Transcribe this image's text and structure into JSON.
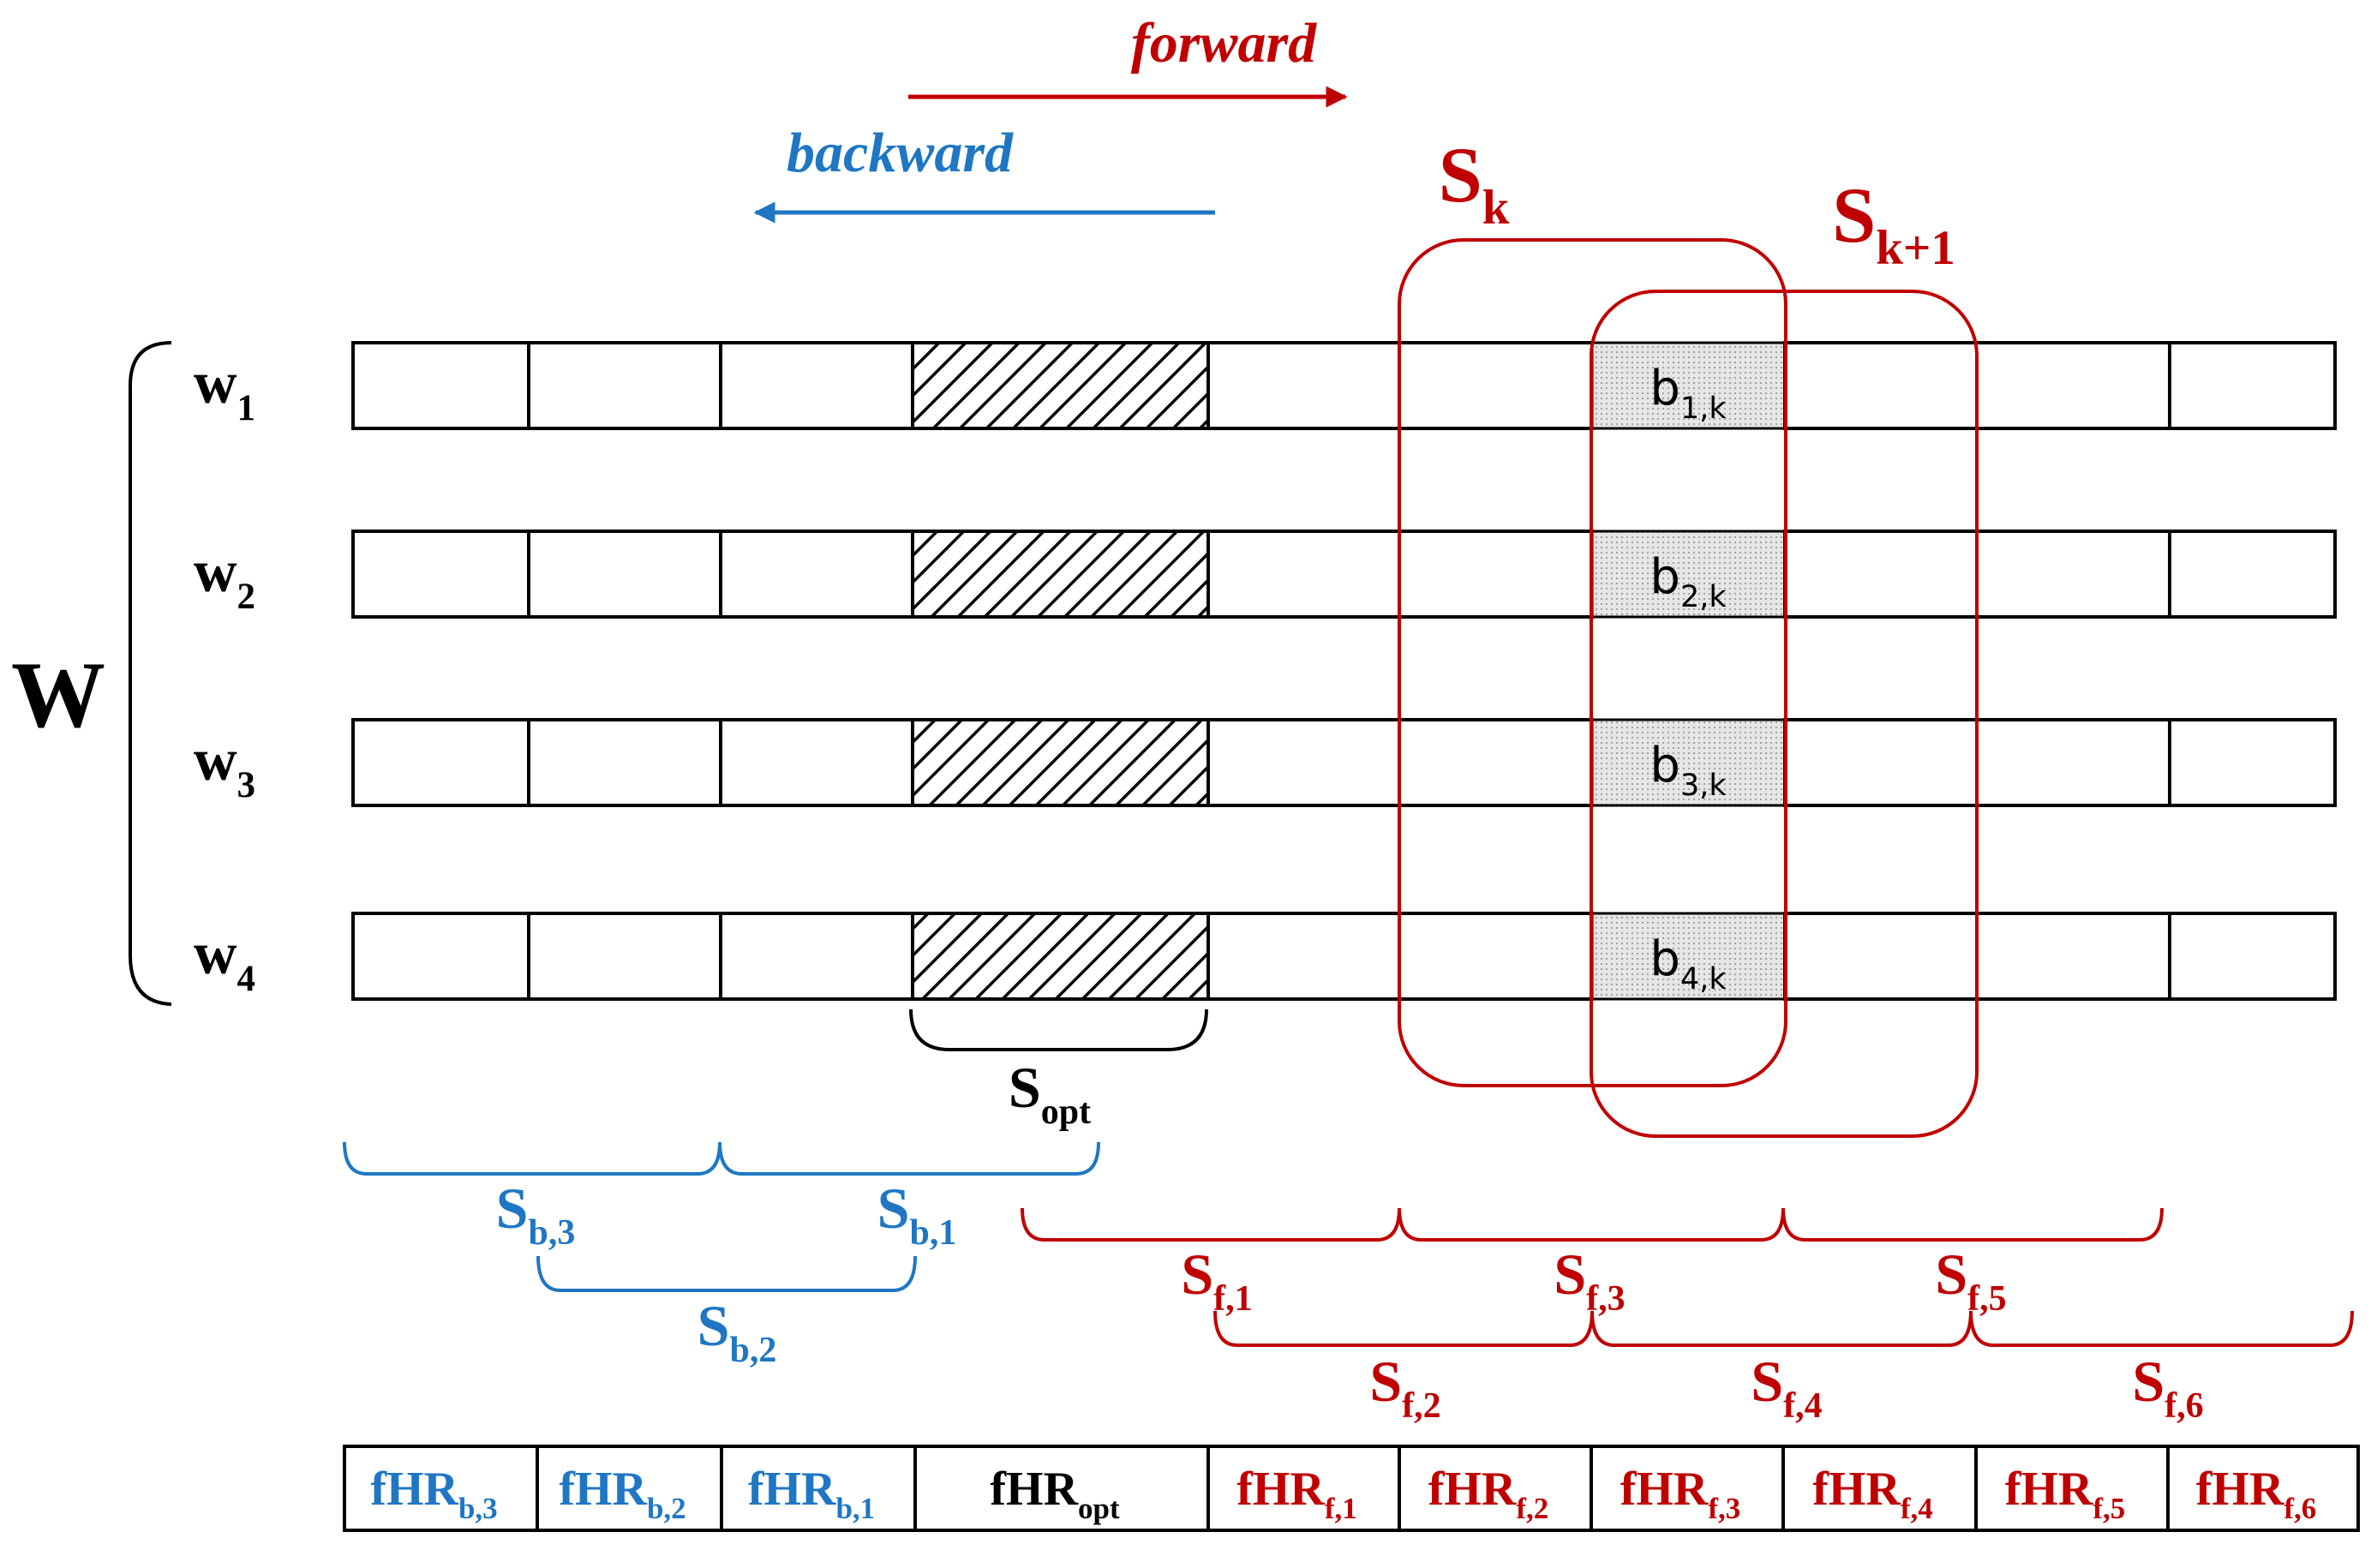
{
  "colors": {
    "forward": "#c00000",
    "backward": "#1f77c4",
    "default": "#000000"
  },
  "labels": {
    "forward": "forward",
    "backward": "backward",
    "set_label": "W",
    "rows": [
      {
        "main": "w",
        "sub": "1"
      },
      {
        "main": "w",
        "sub": "2"
      },
      {
        "main": "w",
        "sub": "3"
      },
      {
        "main": "w",
        "sub": "4"
      }
    ],
    "b_cells": [
      {
        "main": "b",
        "sub": "1,k"
      },
      {
        "main": "b",
        "sub": "2,k"
      },
      {
        "main": "b",
        "sub": "3,k"
      },
      {
        "main": "b",
        "sub": "4,k"
      }
    ],
    "s_k": {
      "main": "S",
      "sub": "k"
    },
    "s_k1": {
      "main": "S",
      "sub": "k+1"
    },
    "s_opt": {
      "main": "S",
      "sub": "opt"
    },
    "s_b": [
      {
        "main": "S",
        "sub": "b,3"
      },
      {
        "main": "S",
        "sub": "b,1"
      },
      {
        "main": "S",
        "sub": "b,2"
      }
    ],
    "s_f": [
      {
        "main": "S",
        "sub": "f,1"
      },
      {
        "main": "S",
        "sub": "f,3"
      },
      {
        "main": "S",
        "sub": "f,5"
      },
      {
        "main": "S",
        "sub": "f,2"
      },
      {
        "main": "S",
        "sub": "f,4"
      },
      {
        "main": "S",
        "sub": "f,6"
      }
    ]
  },
  "bottom_row": [
    {
      "main": "fHR",
      "sub": "b,3",
      "color": "#1f77c4"
    },
    {
      "main": "fHR",
      "sub": "b,2",
      "color": "#1f77c4"
    },
    {
      "main": "fHR",
      "sub": "b,1",
      "color": "#1f77c4"
    },
    {
      "main": "fHR",
      "sub": "opt",
      "color": "#000000"
    },
    {
      "main": "fHR",
      "sub": "f,1",
      "color": "#c00000"
    },
    {
      "main": "fHR",
      "sub": "f,2",
      "color": "#c00000"
    },
    {
      "main": "fHR",
      "sub": "f,3",
      "color": "#c00000"
    },
    {
      "main": "fHR",
      "sub": "f,4",
      "color": "#c00000"
    },
    {
      "main": "fHR",
      "sub": "f,5",
      "color": "#c00000"
    },
    {
      "main": "fHR",
      "sub": "f,6",
      "color": "#c00000"
    }
  ]
}
